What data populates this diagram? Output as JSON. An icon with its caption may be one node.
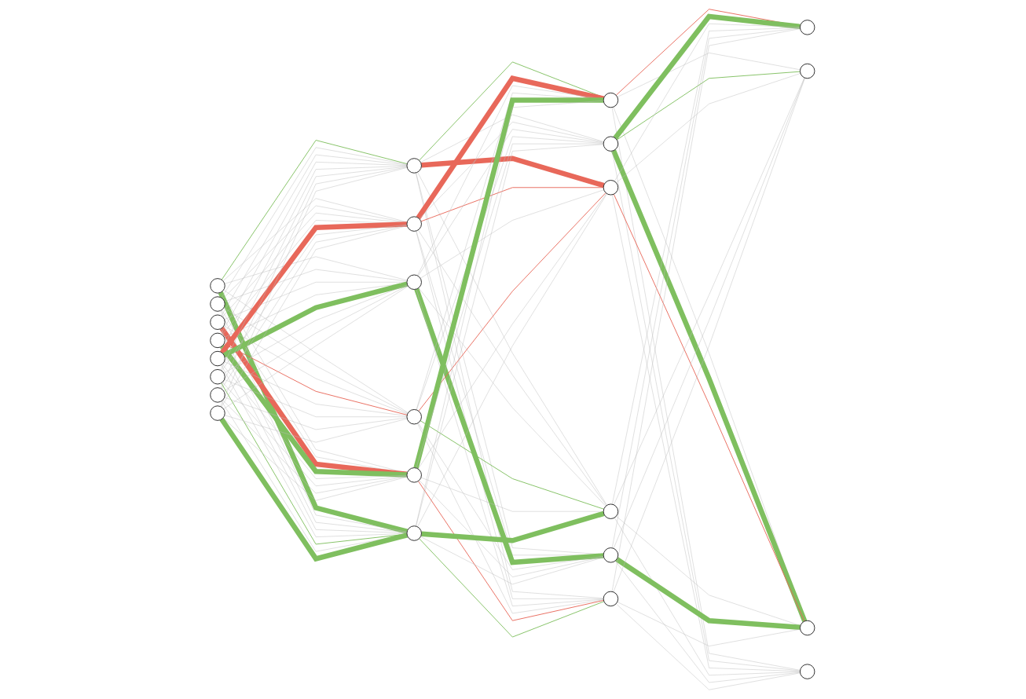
{
  "diagram": {
    "nodes": [
      {
        "text": [],
        "shape": "circle"
      },
      {
        "text": [],
        "shape": "circle"
      },
      {
        "text": [],
        "shape": "circle"
      },
      {
        "text": [],
        "shape": "circle"
      },
      {
        "text": [],
        "shape": "circle"
      },
      {
        "text": [],
        "shape": "circle"
      },
      {
        "text": [],
        "shape": "circle"
      },
      {
        "text": [],
        "shape": "circle"
      },
      {
        "text": [],
        "shape": "circle"
      },
      {
        "text": [],
        "shape": "circle"
      },
      {
        "text": [],
        "shape": "circle"
      },
      {
        "text": [],
        "shape": "circle"
      },
      {
        "text": [],
        "shape": "circle"
      },
      {
        "text": [],
        "shape": "circle"
      },
      {
        "text": [],
        "shape": "circle"
      },
      {
        "text": [],
        "shape": "circle"
      },
      {
        "text": [],
        "shape": "circle"
      },
      {
        "text": [],
        "shape": "circle"
      },
      {
        "text": [],
        "shape": "circle"
      },
      {
        "text": [],
        "shape": "circle"
      },
      {
        "text": [],
        "shape": "circle"
      },
      {
        "text": [],
        "shape": "circle"
      },
      {
        "text": [],
        "shape": "circle"
      },
      {
        "text": [],
        "shape": "circle"
      }
    ],
    "edges": [
      {
        "from": 0,
        "to": 8,
        "arrow": "none",
        "color": "#7fbf5f"
      },
      {
        "from": 0,
        "to": 9,
        "arrow": "none"
      },
      {
        "from": 0,
        "to": 10,
        "arrow": "none"
      },
      {
        "from": 0,
        "to": 11,
        "arrow": "none"
      },
      {
        "from": 0,
        "to": 12,
        "arrow": "none"
      },
      {
        "from": 0,
        "to": 13,
        "arrow": "none",
        "style": "thick",
        "color": "#7fbf5f"
      },
      {
        "from": 1,
        "to": 8,
        "arrow": "none"
      },
      {
        "from": 1,
        "to": 9,
        "arrow": "none"
      },
      {
        "from": 1,
        "to": 10,
        "arrow": "none"
      },
      {
        "from": 1,
        "to": 11,
        "arrow": "none"
      },
      {
        "from": 1,
        "to": 12,
        "arrow": "none"
      },
      {
        "from": 1,
        "to": 13,
        "arrow": "none"
      },
      {
        "from": 2,
        "to": 8,
        "arrow": "none"
      },
      {
        "from": 2,
        "to": 9,
        "arrow": "none"
      },
      {
        "from": 2,
        "to": 10,
        "arrow": "none"
      },
      {
        "from": 2,
        "to": 11,
        "arrow": "none"
      },
      {
        "from": 2,
        "to": 12,
        "arrow": "none",
        "style": "thick",
        "color": "#e8685a"
      },
      {
        "from": 2,
        "to": 13,
        "arrow": "none"
      },
      {
        "from": 3,
        "to": 8,
        "arrow": "none"
      },
      {
        "from": 3,
        "to": 9,
        "arrow": "none"
      },
      {
        "from": 3,
        "to": 10,
        "arrow": "none"
      },
      {
        "from": 3,
        "to": 11,
        "arrow": "none",
        "color": "#e8685a"
      },
      {
        "from": 3,
        "to": 12,
        "arrow": "none",
        "style": "thick",
        "color": "#7fbf5f"
      },
      {
        "from": 3,
        "to": 13,
        "arrow": "none"
      },
      {
        "from": 4,
        "to": 8,
        "arrow": "none"
      },
      {
        "from": 4,
        "to": 9,
        "arrow": "none",
        "style": "thick",
        "color": "#e8685a"
      },
      {
        "from": 4,
        "to": 10,
        "arrow": "none",
        "style": "thick",
        "color": "#7fbf5f"
      },
      {
        "from": 4,
        "to": 11,
        "arrow": "none"
      },
      {
        "from": 4,
        "to": 12,
        "arrow": "none"
      },
      {
        "from": 4,
        "to": 13,
        "arrow": "none"
      },
      {
        "from": 5,
        "to": 8,
        "arrow": "none"
      },
      {
        "from": 5,
        "to": 9,
        "arrow": "none"
      },
      {
        "from": 5,
        "to": 10,
        "arrow": "none"
      },
      {
        "from": 5,
        "to": 11,
        "arrow": "none"
      },
      {
        "from": 5,
        "to": 12,
        "arrow": "none"
      },
      {
        "from": 5,
        "to": 13,
        "arrow": "none",
        "color": "#7fbf5f"
      },
      {
        "from": 6,
        "to": 8,
        "arrow": "none"
      },
      {
        "from": 6,
        "to": 9,
        "arrow": "none"
      },
      {
        "from": 6,
        "to": 10,
        "arrow": "none"
      },
      {
        "from": 6,
        "to": 11,
        "arrow": "none"
      },
      {
        "from": 6,
        "to": 12,
        "arrow": "none"
      },
      {
        "from": 6,
        "to": 13,
        "arrow": "none"
      },
      {
        "from": 7,
        "to": 8,
        "arrow": "none"
      },
      {
        "from": 7,
        "to": 9,
        "arrow": "none"
      },
      {
        "from": 7,
        "to": 10,
        "arrow": "none"
      },
      {
        "from": 7,
        "to": 11,
        "arrow": "none"
      },
      {
        "from": 7,
        "to": 12,
        "arrow": "none"
      },
      {
        "from": 7,
        "to": 13,
        "arrow": "none",
        "style": "thick",
        "color": "#7fbf5f"
      },
      {
        "from": 8,
        "to": 14,
        "arrow": "none",
        "color": "#7fbf5f"
      },
      {
        "from": 8,
        "to": 15,
        "arrow": "none"
      },
      {
        "from": 8,
        "to": 16,
        "arrow": "none",
        "style": "thick",
        "color": "#e8685a"
      },
      {
        "from": 8,
        "to": 17,
        "arrow": "none"
      },
      {
        "from": 8,
        "to": 18,
        "arrow": "none"
      },
      {
        "from": 8,
        "to": 19,
        "arrow": "none"
      },
      {
        "from": 9,
        "to": 14,
        "arrow": "none",
        "style": "thick",
        "color": "#e8685a"
      },
      {
        "from": 9,
        "to": 15,
        "arrow": "none"
      },
      {
        "from": 9,
        "to": 16,
        "arrow": "none",
        "color": "#e8685a"
      },
      {
        "from": 9,
        "to": 17,
        "arrow": "none"
      },
      {
        "from": 9,
        "to": 18,
        "arrow": "none"
      },
      {
        "from": 9,
        "to": 19,
        "arrow": "none"
      },
      {
        "from": 10,
        "to": 14,
        "arrow": "none"
      },
      {
        "from": 10,
        "to": 15,
        "arrow": "none"
      },
      {
        "from": 10,
        "to": 16,
        "arrow": "none"
      },
      {
        "from": 10,
        "to": 17,
        "arrow": "none"
      },
      {
        "from": 10,
        "to": 18,
        "arrow": "none",
        "style": "thick",
        "color": "#7fbf5f"
      },
      {
        "from": 10,
        "to": 19,
        "arrow": "none"
      },
      {
        "from": 11,
        "to": 14,
        "arrow": "none"
      },
      {
        "from": 11,
        "to": 15,
        "arrow": "none"
      },
      {
        "from": 11,
        "to": 16,
        "arrow": "none",
        "color": "#e8685a"
      },
      {
        "from": 11,
        "to": 17,
        "arrow": "none",
        "color": "#7fbf5f"
      },
      {
        "from": 11,
        "to": 18,
        "arrow": "none"
      },
      {
        "from": 11,
        "to": 19,
        "arrow": "none"
      },
      {
        "from": 12,
        "to": 14,
        "arrow": "none",
        "style": "thick",
        "color": "#7fbf5f"
      },
      {
        "from": 12,
        "to": 15,
        "arrow": "none"
      },
      {
        "from": 12,
        "to": 16,
        "arrow": "none"
      },
      {
        "from": 12,
        "to": 17,
        "arrow": "none"
      },
      {
        "from": 12,
        "to": 18,
        "arrow": "none"
      },
      {
        "from": 12,
        "to": 19,
        "arrow": "none",
        "color": "#e8685a"
      },
      {
        "from": 13,
        "to": 14,
        "arrow": "none"
      },
      {
        "from": 13,
        "to": 15,
        "arrow": "none"
      },
      {
        "from": 13,
        "to": 16,
        "arrow": "none"
      },
      {
        "from": 13,
        "to": 17,
        "arrow": "none",
        "style": "thick",
        "color": "#7fbf5f"
      },
      {
        "from": 13,
        "to": 18,
        "arrow": "none"
      },
      {
        "from": 13,
        "to": 19,
        "arrow": "none",
        "color": "#7fbf5f"
      },
      {
        "from": 14,
        "to": 20,
        "arrow": "none",
        "color": "#e8685a"
      },
      {
        "from": 14,
        "to": 21,
        "arrow": "none"
      },
      {
        "from": 14,
        "to": 22,
        "arrow": "none"
      },
      {
        "from": 14,
        "to": 23,
        "arrow": "none"
      },
      {
        "from": 15,
        "to": 20,
        "arrow": "none",
        "style": "thick",
        "color": "#7fbf5f"
      },
      {
        "from": 15,
        "to": 21,
        "arrow": "none",
        "color": "#7fbf5f"
      },
      {
        "from": 15,
        "to": 22,
        "arrow": "none",
        "style": "thick",
        "color": "#7fbf5f"
      },
      {
        "from": 15,
        "to": 23,
        "arrow": "none"
      },
      {
        "from": 16,
        "to": 20,
        "arrow": "none"
      },
      {
        "from": 16,
        "to": 21,
        "arrow": "none"
      },
      {
        "from": 16,
        "to": 22,
        "arrow": "none",
        "color": "#e8685a"
      },
      {
        "from": 16,
        "to": 23,
        "arrow": "none"
      },
      {
        "from": 17,
        "to": 20,
        "arrow": "none"
      },
      {
        "from": 17,
        "to": 21,
        "arrow": "none"
      },
      {
        "from": 17,
        "to": 22,
        "arrow": "none"
      },
      {
        "from": 17,
        "to": 23,
        "arrow": "none"
      },
      {
        "from": 18,
        "to": 20,
        "arrow": "none"
      },
      {
        "from": 18,
        "to": 21,
        "arrow": "none"
      },
      {
        "from": 18,
        "to": 22,
        "arrow": "none",
        "style": "thick",
        "color": "#7fbf5f"
      },
      {
        "from": 18,
        "to": 23,
        "arrow": "none"
      },
      {
        "from": 19,
        "to": 20,
        "arrow": "none"
      },
      {
        "from": 19,
        "to": 21,
        "arrow": "none"
      },
      {
        "from": 19,
        "to": 22,
        "arrow": "none"
      },
      {
        "from": 19,
        "to": 23,
        "arrow": "none"
      }
    ]
  }
}
